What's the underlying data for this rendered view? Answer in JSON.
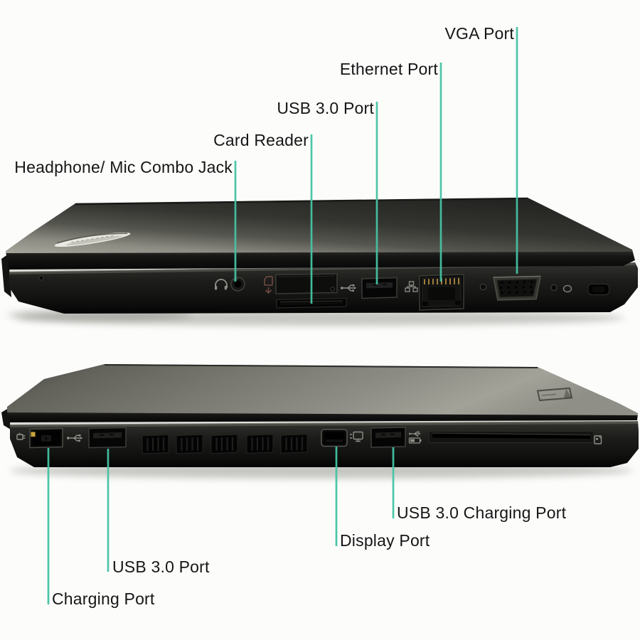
{
  "figure_title": "Laptop port diagram (two side views)",
  "colors": {
    "accent": "#45c3a3",
    "label": "#161616",
    "bg": "#fcfcfb",
    "laptop_body": "#161615",
    "lid_sheen": "#a2a299",
    "ethernet_pins": "#b08a40",
    "charging_pin": "#c9a23e"
  },
  "top_view": {
    "labels": {
      "headphone": "Headphone/ Mic Combo Jack",
      "card_reader": "Card Reader",
      "usb3": "USB 3.0 Port",
      "ethernet": "Ethernet Port",
      "vga": "VGA Port"
    }
  },
  "bottom_view": {
    "labels": {
      "usb3_charging": "USB 3.0 Charging Port",
      "displayport": "Display Port",
      "usb3": "USB 3.0 Port",
      "charging": "Charging Port"
    }
  },
  "icons": [
    "headphone-icon",
    "sd-card-icon",
    "usb3-ss-icon",
    "ethernet-icon",
    "display-circle-icon",
    "power-plug-icon",
    "displayport-icon",
    "usb3-battery-icon",
    "smart-card-icon",
    "kensington-lock-slot",
    "lenovo-logo",
    "thinkpad-logo"
  ]
}
